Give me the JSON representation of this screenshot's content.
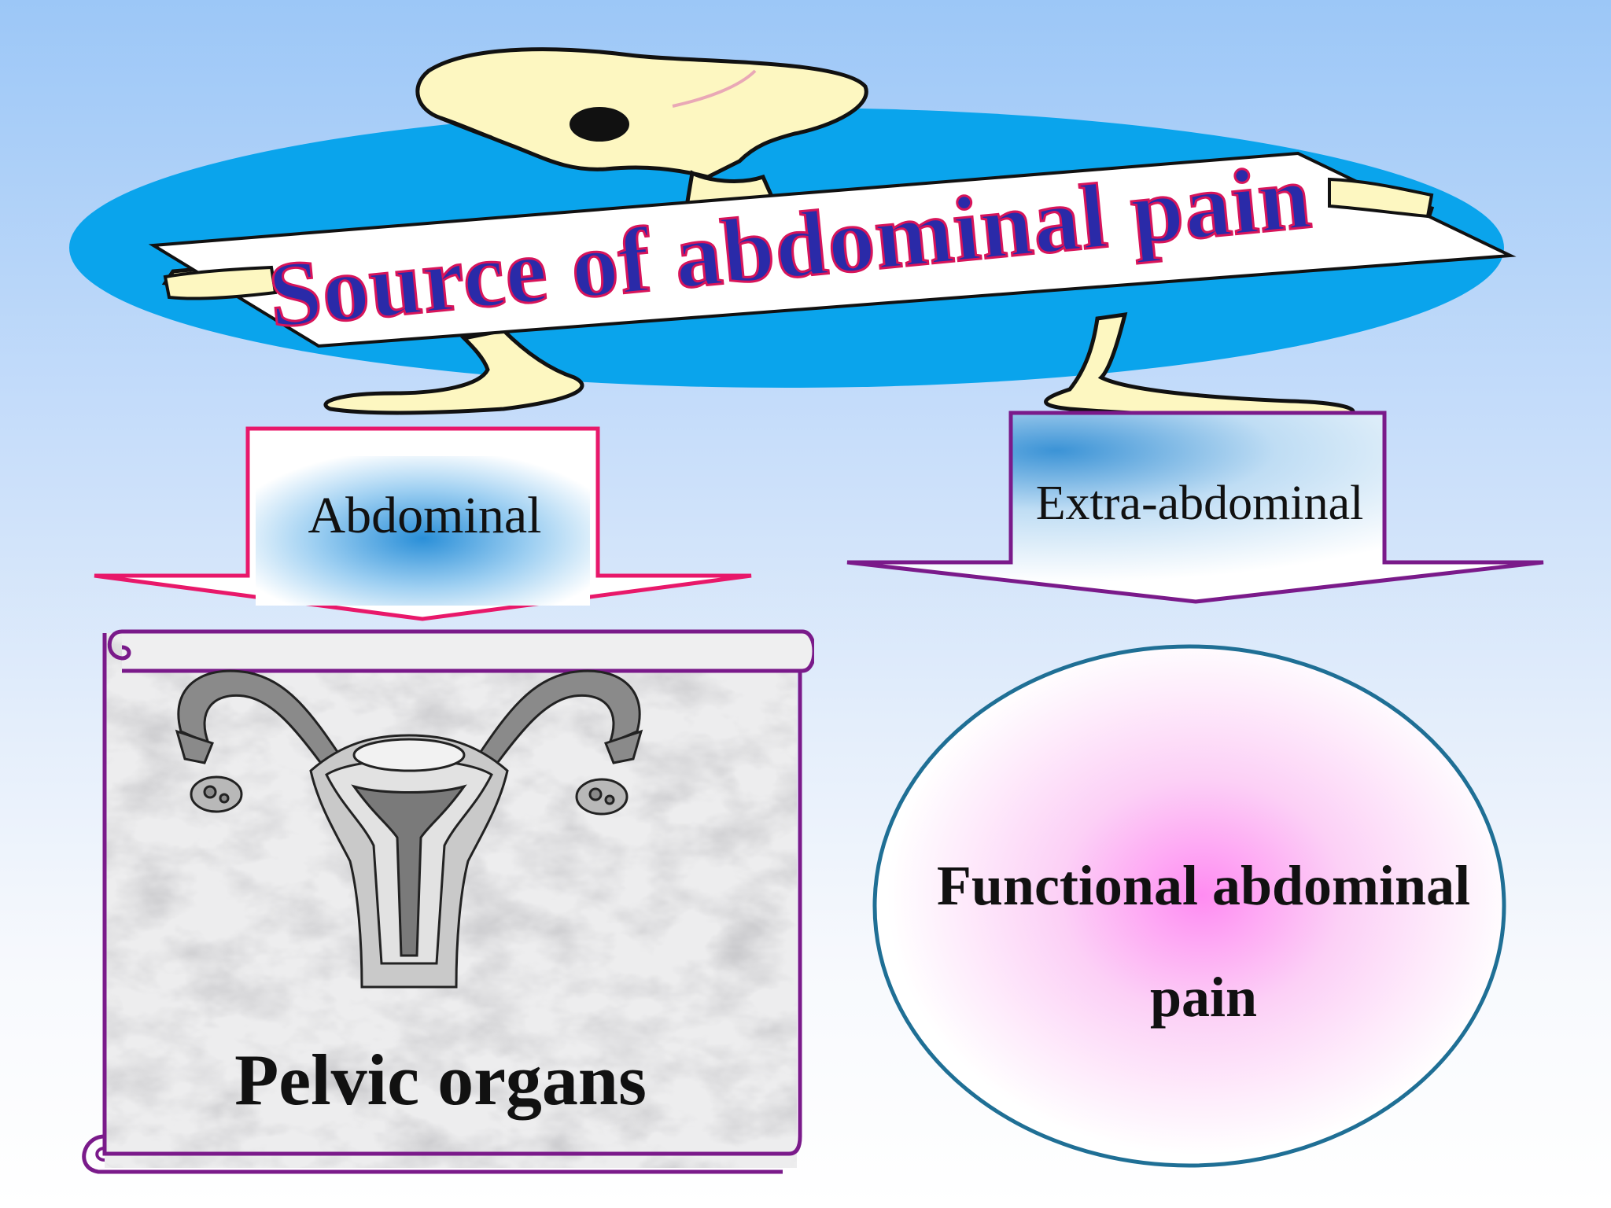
{
  "title": "Source of abdominal pain",
  "left_branch": {
    "arrow_label": "Abdominal",
    "box_label": "Pelvic organs"
  },
  "right_branch": {
    "arrow_label": "Extra-abdominal",
    "box_label": "Functional abdominal pain"
  },
  "colors": {
    "ellipse": "#0aa4ec",
    "alien_skin": "#fdf7c1",
    "title_fill": "#2a2aa8",
    "title_outline": "#d8145a",
    "left_arrow_border": "#e8186a",
    "right_arrow_border": "#7a1a8a",
    "scroll_border": "#7a1a8a",
    "oval_border": "#1f6f95",
    "oval_center": "#ff8cf2"
  },
  "icons": [
    "alien-cartoon-icon",
    "uterus-illustration-icon"
  ]
}
